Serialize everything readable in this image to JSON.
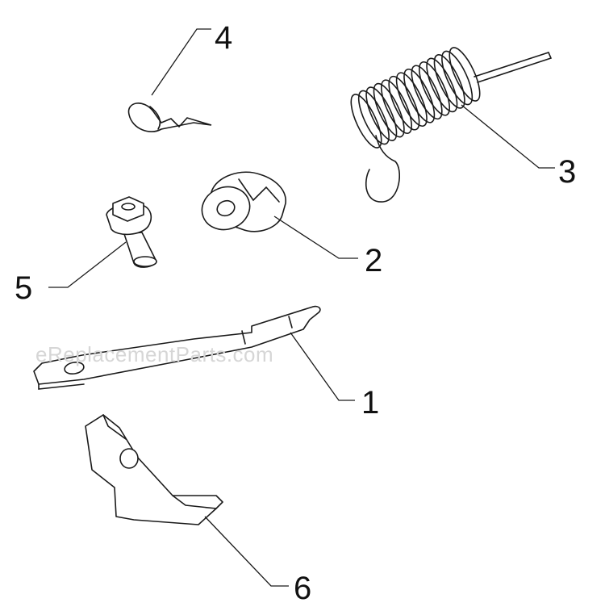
{
  "watermark": "eReplacementParts.com",
  "parts": [
    {
      "id": "part-1",
      "callout": "1",
      "icon": "control-lever-plate-icon"
    },
    {
      "id": "part-2",
      "callout": "2",
      "icon": "bushing-icon"
    },
    {
      "id": "part-3",
      "callout": "3",
      "icon": "extension-spring-icon"
    },
    {
      "id": "part-4",
      "callout": "4",
      "icon": "hair-pin-clip-icon"
    },
    {
      "id": "part-5",
      "callout": "5",
      "icon": "flange-bolt-icon"
    },
    {
      "id": "part-6",
      "callout": "6",
      "icon": "mounting-bracket-icon"
    }
  ],
  "colors": {
    "line": "#1a1a1a",
    "watermark": "#d6d6d6",
    "background": "#ffffff"
  }
}
